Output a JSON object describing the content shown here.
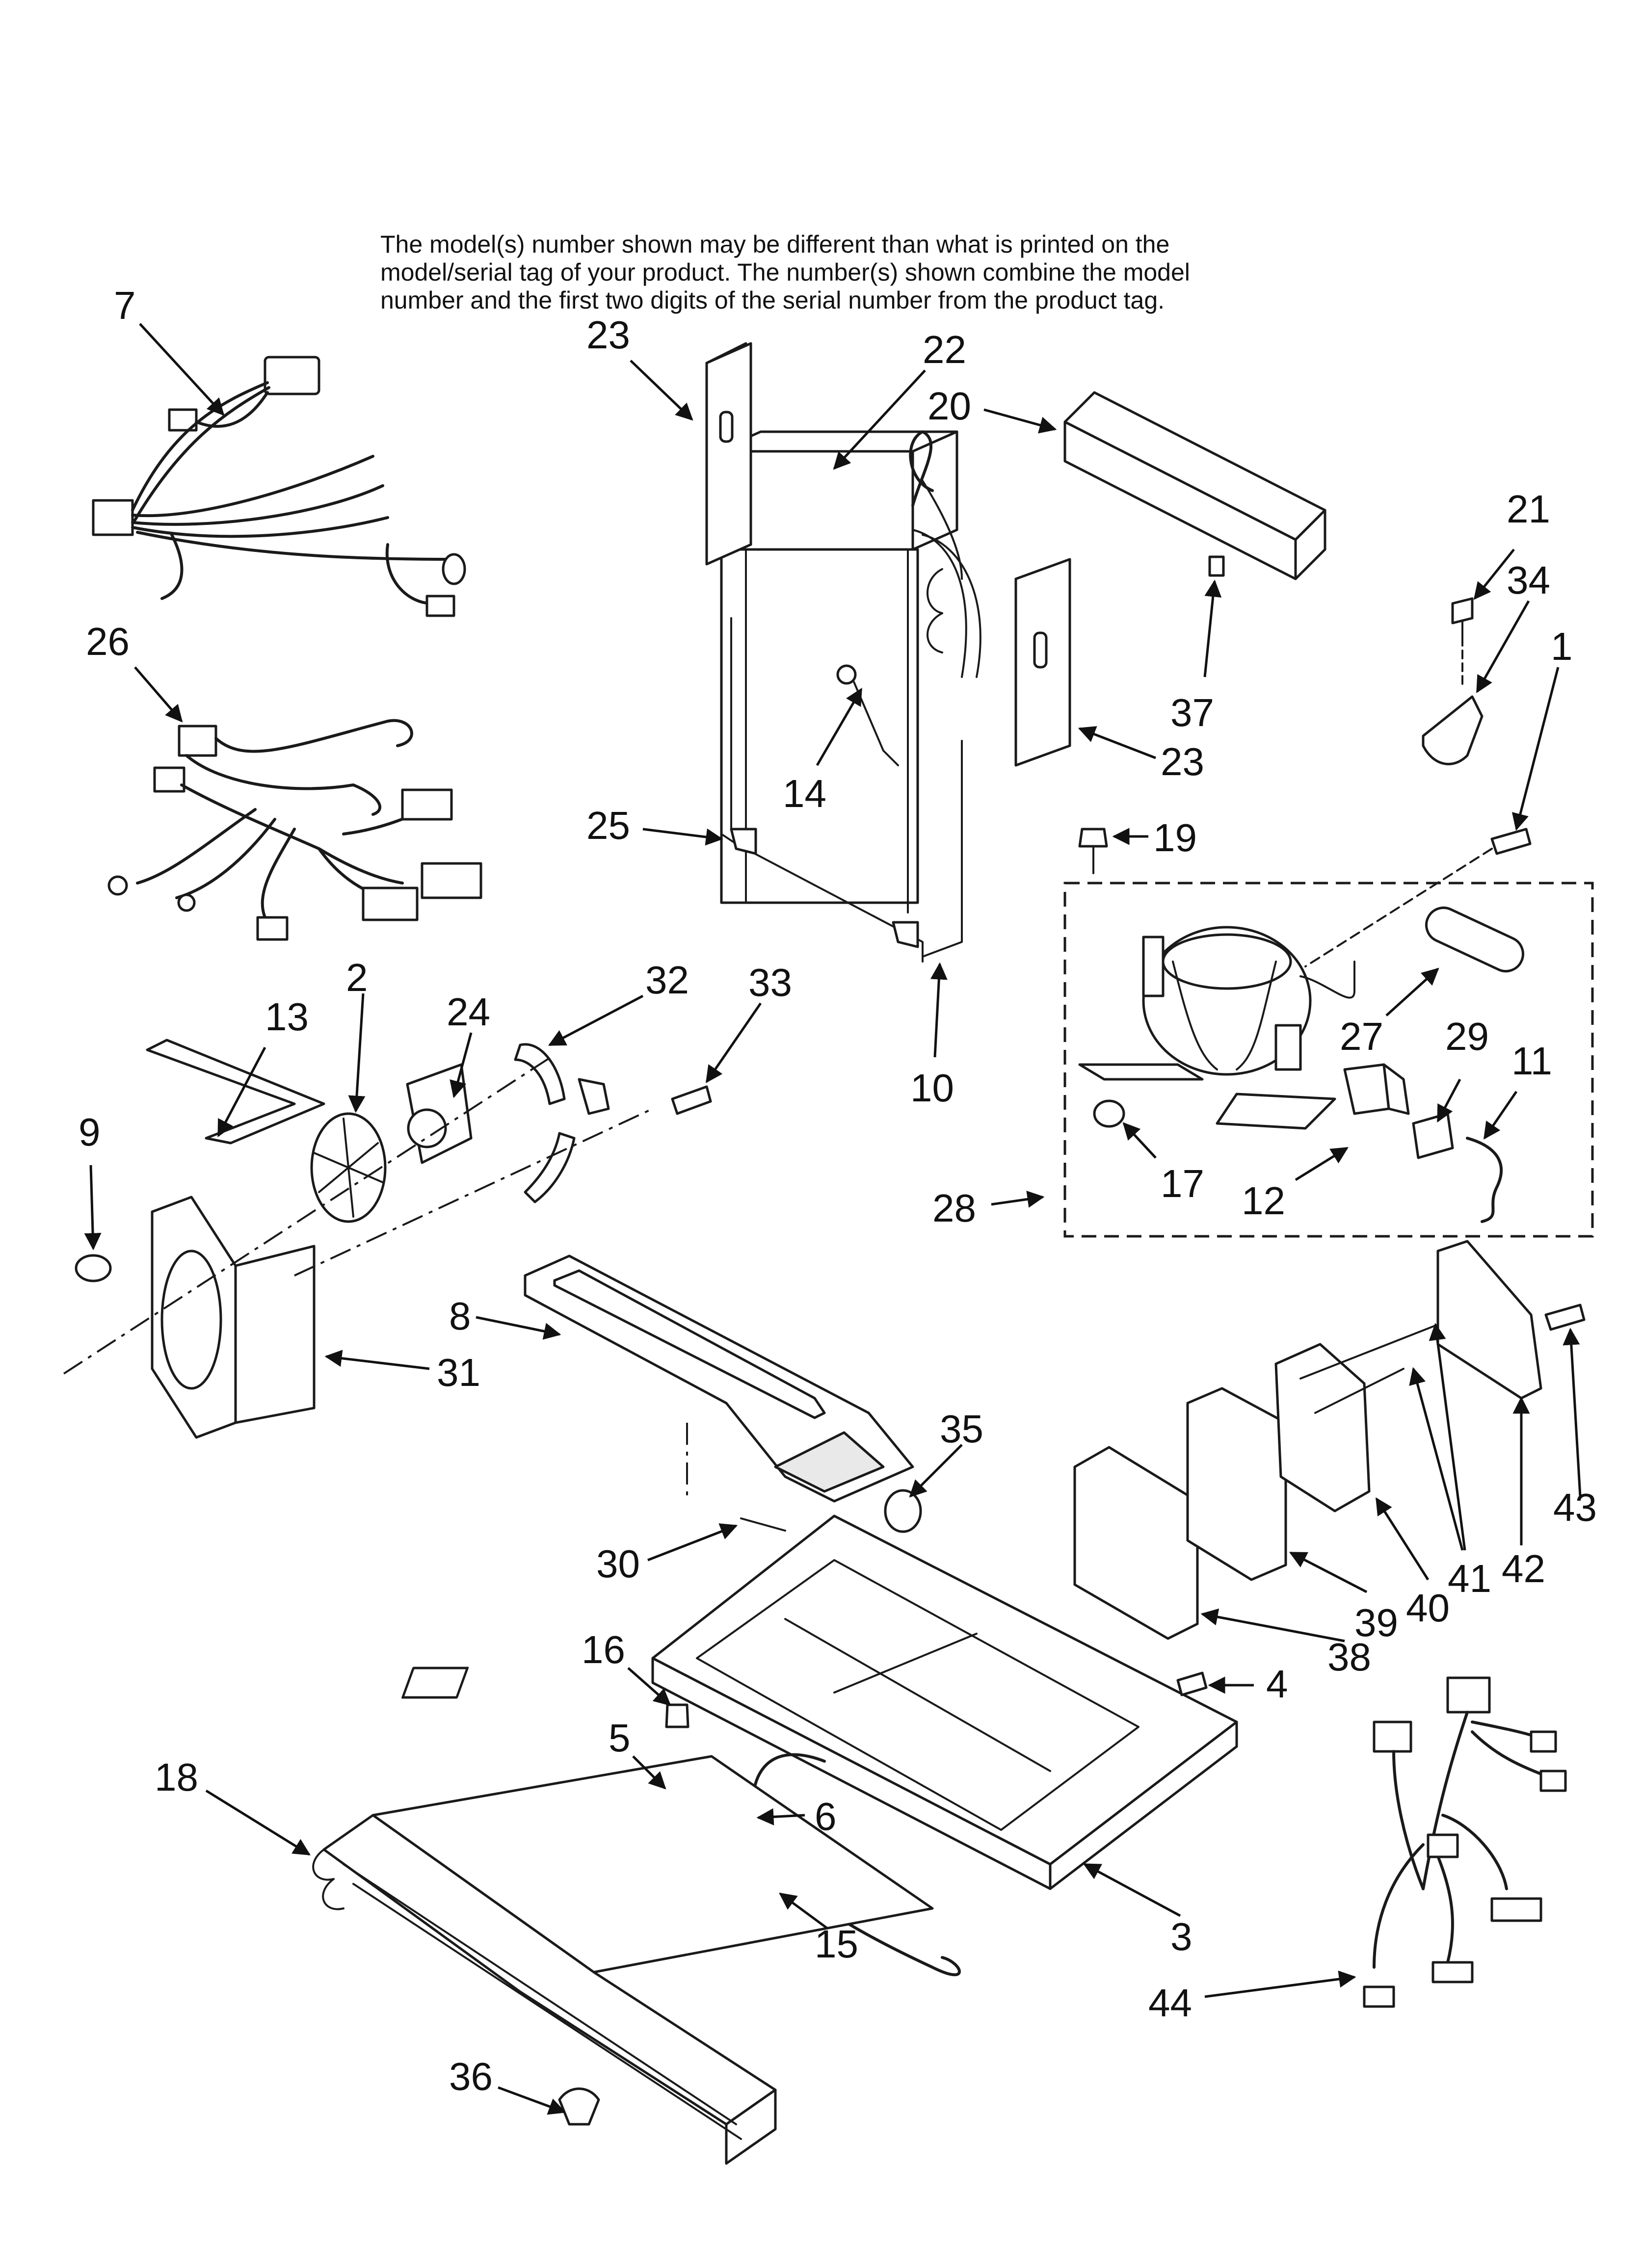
{
  "note": {
    "lines": [
      "The model(s) number shown may be different than what is printed on the",
      "model/serial tag of your product. The number(s) shown combine the model",
      "number and the first two digits of the serial number from the product tag."
    ]
  },
  "callouts": {
    "c1": "1",
    "c2": "2",
    "c3": "3",
    "c4": "4",
    "c5": "5",
    "c6": "6",
    "c7": "7",
    "c8": "8",
    "c9": "9",
    "c10": "10",
    "c11": "11",
    "c12": "12",
    "c13": "13",
    "c14": "14",
    "c15": "15",
    "c16": "16",
    "c17": "17",
    "c18": "18",
    "c19": "19",
    "c20": "20",
    "c21": "21",
    "c22": "22",
    "c23a": "23",
    "c23b": "23",
    "c24": "24",
    "c25": "25",
    "c26": "26",
    "c27": "27",
    "c28": "28",
    "c29": "29",
    "c30": "30",
    "c31": "31",
    "c32": "32",
    "c33": "33",
    "c34": "34",
    "c35": "35",
    "c36": "36",
    "c37": "37",
    "c38": "38",
    "c39": "39",
    "c40": "40",
    "c41": "41",
    "c42": "42",
    "c43": "43",
    "c44": "44"
  }
}
